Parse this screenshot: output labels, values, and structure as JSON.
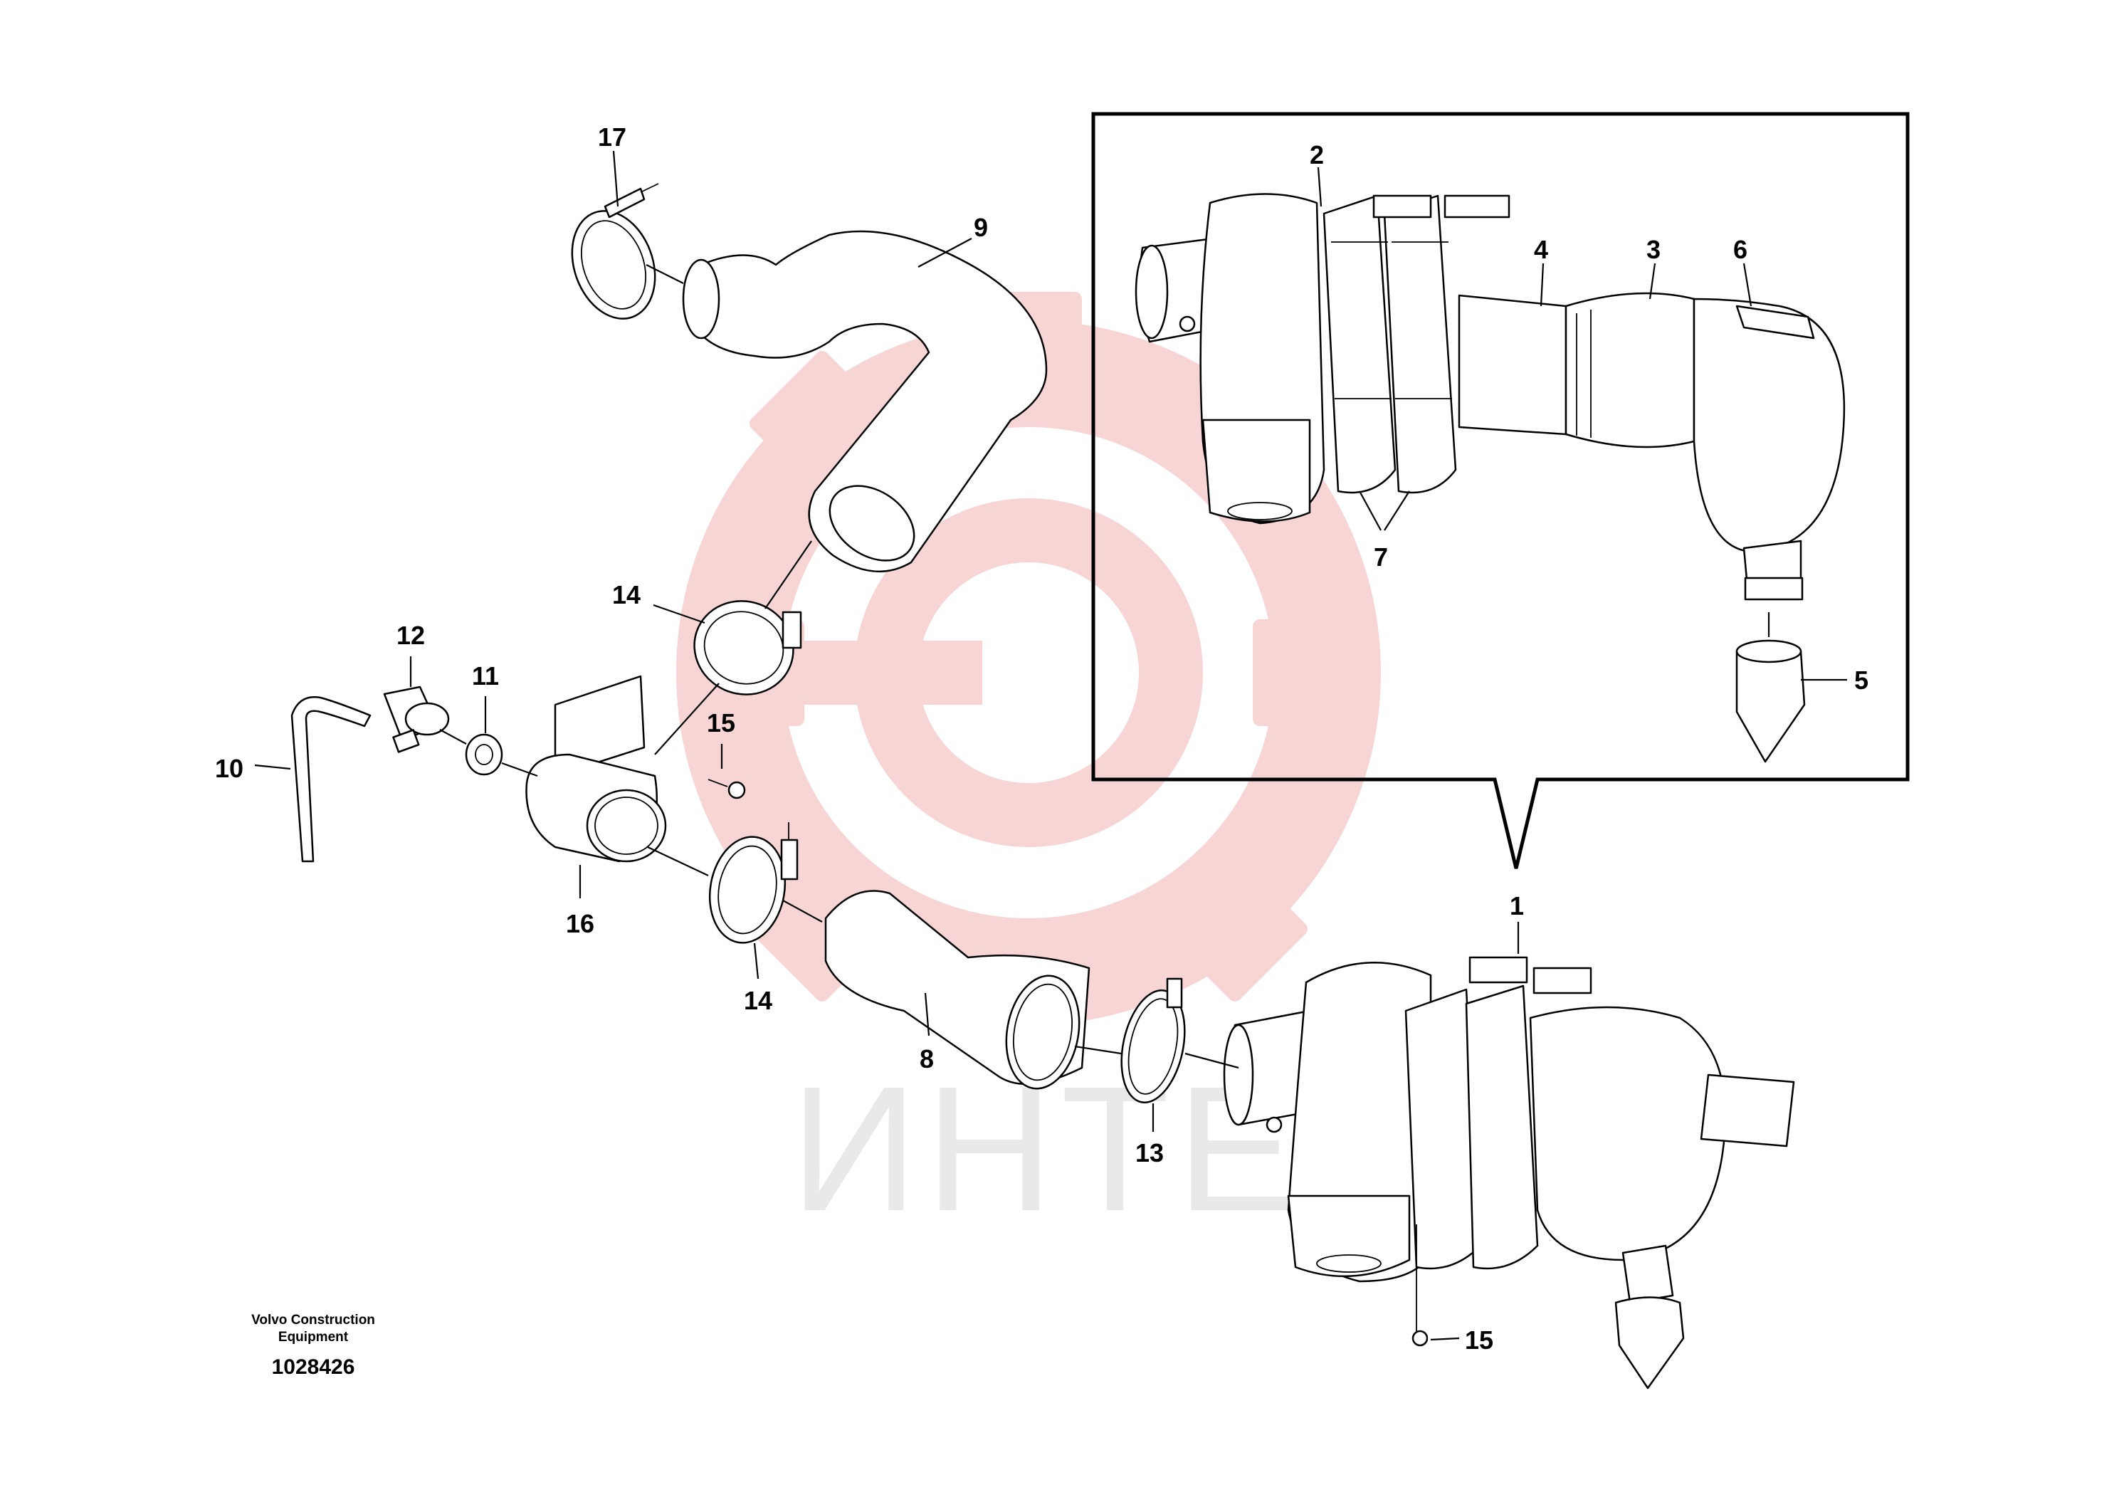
{
  "watermark": {
    "text": "ИНТЕХ",
    "color": "#f5b7b7"
  },
  "caption": {
    "line1": "Volvo Construction",
    "line2": "Equipment",
    "part_number": "1028426"
  },
  "labels": {
    "l1": "1",
    "l2": "2",
    "l3": "3",
    "l4": "4",
    "l5": "5",
    "l6": "6",
    "l7": "7",
    "l8": "8",
    "l9": "9",
    "l10": "10",
    "l11": "11",
    "l12": "12",
    "l13": "13",
    "l14a": "14",
    "l14b": "14",
    "l15a": "15",
    "l15b": "15",
    "l16": "16",
    "l17": "17"
  }
}
